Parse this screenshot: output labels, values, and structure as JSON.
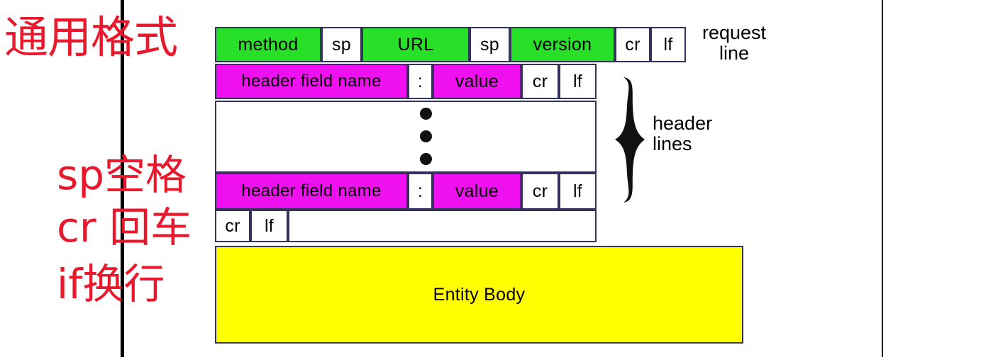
{
  "slide": {
    "title_cn": "通用格式",
    "notes": [
      "sp空格",
      "cr 回车",
      "if换行"
    ]
  },
  "colors": {
    "accent_red": "#e8192c",
    "request_line_green": "#27e027",
    "header_magenta": "#ef10ef",
    "entity_body_yellow": "#ffff00",
    "border": "#32325a",
    "rule_black": "#000000"
  },
  "diagram": {
    "name": "http-request-message-general-format",
    "request_line": {
      "label": "request\nline",
      "cells": [
        {
          "text": "method",
          "color": "green"
        },
        {
          "text": "sp",
          "color": "white"
        },
        {
          "text": "URL",
          "color": "green"
        },
        {
          "text": "sp",
          "color": "white"
        },
        {
          "text": "version",
          "color": "green"
        },
        {
          "text": "cr",
          "color": "white"
        },
        {
          "text": "lf",
          "color": "white"
        }
      ]
    },
    "header_lines": {
      "label": "header\nlines",
      "first_row": [
        {
          "text": "header field name",
          "color": "magenta"
        },
        {
          "text": ":",
          "color": "white"
        },
        {
          "text": "value",
          "color": "magenta"
        },
        {
          "text": "cr",
          "color": "white"
        },
        {
          "text": "lf",
          "color": "white"
        }
      ],
      "ellipsis_row": {
        "text": "",
        "dots": 3
      },
      "last_row": [
        {
          "text": "header field name",
          "color": "magenta"
        },
        {
          "text": ":",
          "color": "white"
        },
        {
          "text": "value",
          "color": "magenta"
        },
        {
          "text": "cr",
          "color": "white"
        },
        {
          "text": "lf",
          "color": "white"
        }
      ]
    },
    "blank_line": {
      "cells": [
        {
          "text": "cr",
          "color": "white"
        },
        {
          "text": "lf",
          "color": "white"
        },
        {
          "text": "",
          "color": "white"
        }
      ]
    },
    "entity_body": {
      "text": "Entity Body",
      "color": "yellow"
    }
  }
}
